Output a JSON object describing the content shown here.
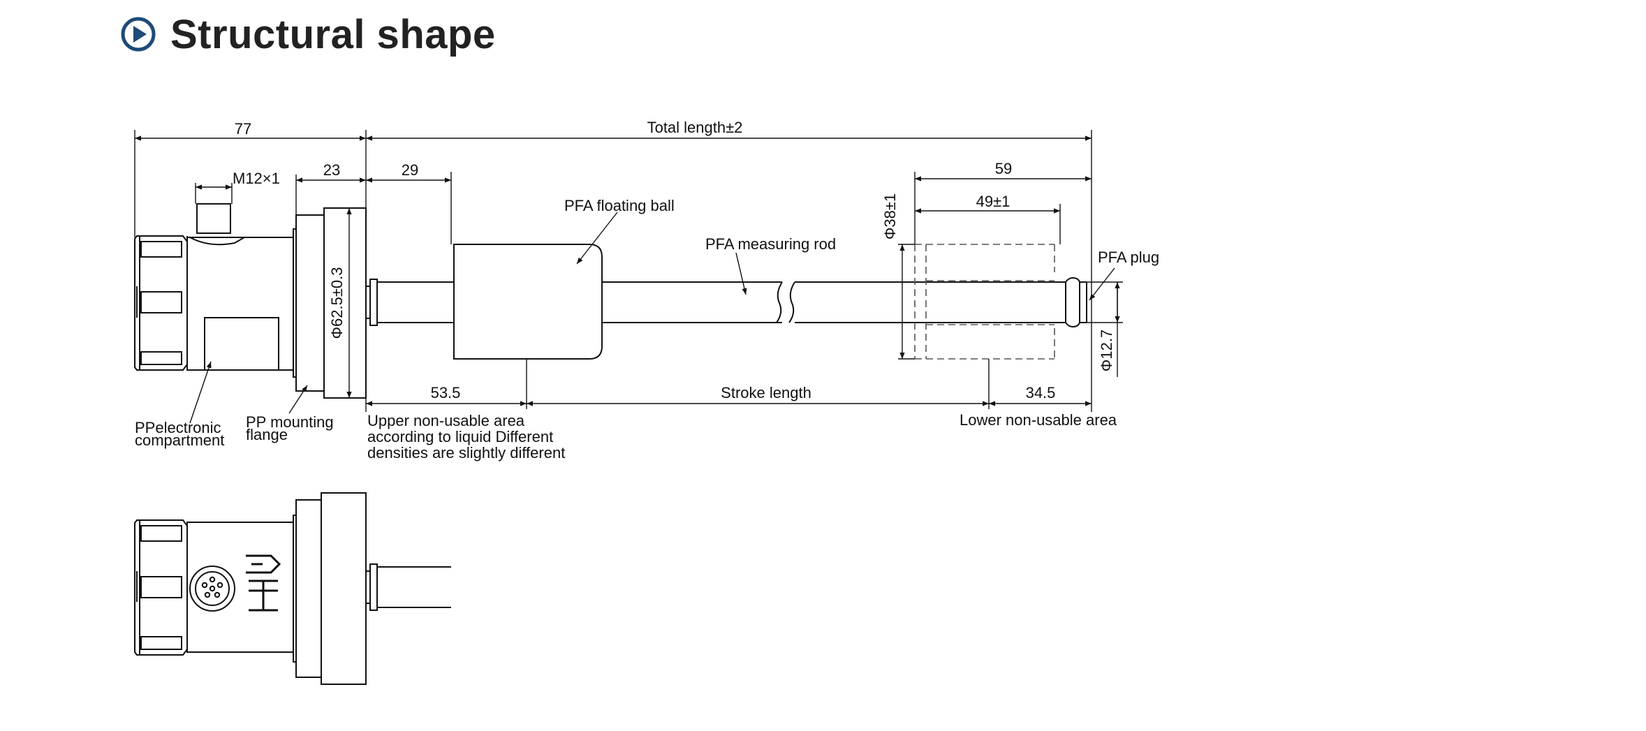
{
  "title": "Structural shape",
  "colors": {
    "accent": "#1e4b78",
    "line": "#111111",
    "dash": "#555555"
  },
  "icons": {
    "title_icon": "play-circle-icon"
  },
  "dimensions": {
    "d77": "77",
    "total_length": "Total length±2",
    "m12": "M12×1",
    "d23": "23",
    "d29": "29",
    "d59": "59",
    "d49": "49±1",
    "d38": "Φ38±1",
    "d62": "Φ62.5±0.3",
    "d12": "Φ12.7",
    "d53": "53.5",
    "stroke": "Stroke length",
    "d34": "34.5"
  },
  "labels": {
    "float_ball": "PFA floating ball",
    "measuring_rod": "PFA measuring rod",
    "plug": "PFA plug",
    "electronic_l1": "PPelectronic",
    "electronic_l2": "compartment",
    "flange_l1": "PP mounting",
    "flange_l2": "flange",
    "upper_l1": "Upper non-usable area",
    "upper_l2": "according to liquid Different",
    "upper_l3": "densities are slightly different",
    "lower": "Lower non-usable area"
  }
}
